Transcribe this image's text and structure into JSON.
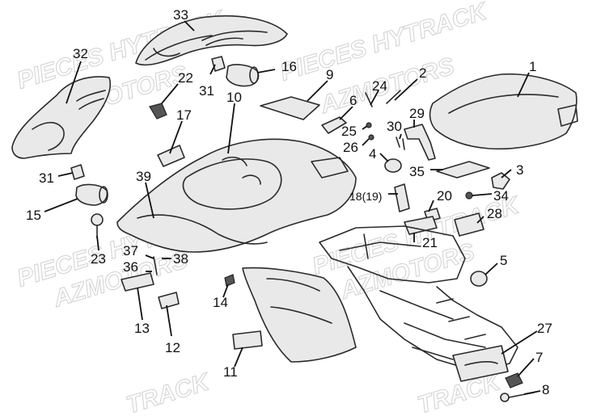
{
  "watermarks": [
    {
      "text": "PIECES HYTRACK"
    },
    {
      "text": "AZMOTORS"
    },
    {
      "text": "PIECES HYTRACK"
    },
    {
      "text": "AZMOTORS"
    },
    {
      "text": "PIECES HYTRACK"
    },
    {
      "text": "AZMOTORS"
    },
    {
      "text": "PIECES HYTRACK"
    },
    {
      "text": "AZMOTORS"
    },
    {
      "text": "TRACK"
    },
    {
      "text": "TRACK"
    }
  ],
  "callouts": [
    {
      "id": "33",
      "label": "33"
    },
    {
      "id": "32",
      "label": "32"
    },
    {
      "id": "22",
      "label": "22"
    },
    {
      "id": "31a",
      "label": "31"
    },
    {
      "id": "16",
      "label": "16"
    },
    {
      "id": "9",
      "label": "9"
    },
    {
      "id": "24",
      "label": "24"
    },
    {
      "id": "2",
      "label": "2"
    },
    {
      "id": "1",
      "label": "1"
    },
    {
      "id": "6",
      "label": "6"
    },
    {
      "id": "10",
      "label": "10"
    },
    {
      "id": "17",
      "label": "17"
    },
    {
      "id": "29",
      "label": "29"
    },
    {
      "id": "25",
      "label": "25"
    },
    {
      "id": "30",
      "label": "30"
    },
    {
      "id": "26",
      "label": "26"
    },
    {
      "id": "4",
      "label": "4"
    },
    {
      "id": "35",
      "label": "35"
    },
    {
      "id": "3",
      "label": "3"
    },
    {
      "id": "31b",
      "label": "31"
    },
    {
      "id": "39",
      "label": "39"
    },
    {
      "id": "18",
      "label": "18(19)"
    },
    {
      "id": "20",
      "label": "20"
    },
    {
      "id": "34",
      "label": "34"
    },
    {
      "id": "15",
      "label": "15"
    },
    {
      "id": "28",
      "label": "28"
    },
    {
      "id": "23",
      "label": "23"
    },
    {
      "id": "37",
      "label": "37"
    },
    {
      "id": "21",
      "label": "21"
    },
    {
      "id": "38",
      "label": "38"
    },
    {
      "id": "36",
      "label": "36"
    },
    {
      "id": "5",
      "label": "5"
    },
    {
      "id": "14",
      "label": "14"
    },
    {
      "id": "13",
      "label": "13"
    },
    {
      "id": "12",
      "label": "12"
    },
    {
      "id": "27",
      "label": "27"
    },
    {
      "id": "11",
      "label": "11"
    },
    {
      "id": "7",
      "label": "7"
    },
    {
      "id": "8",
      "label": "8"
    }
  ]
}
